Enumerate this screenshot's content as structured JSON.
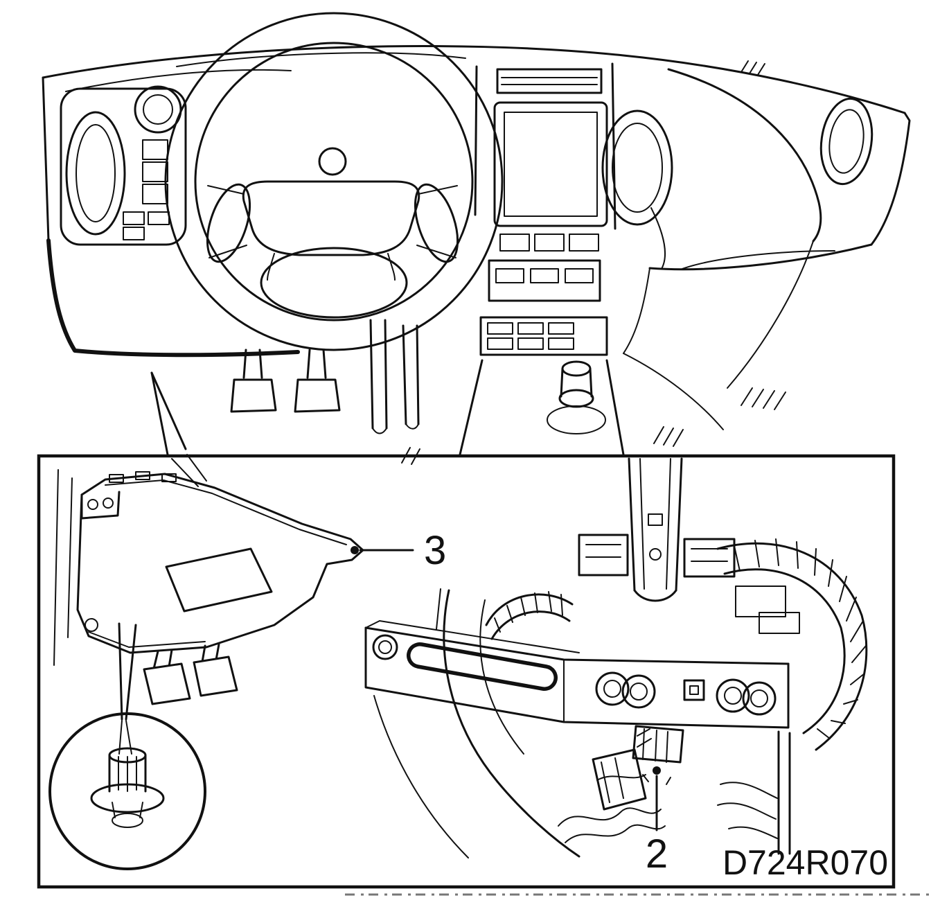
{
  "figure": {
    "callout_3": "3",
    "callout_2": "2",
    "figure_code": "D724R070",
    "colors": {
      "line": "#111111",
      "background": "#ffffff"
    }
  }
}
